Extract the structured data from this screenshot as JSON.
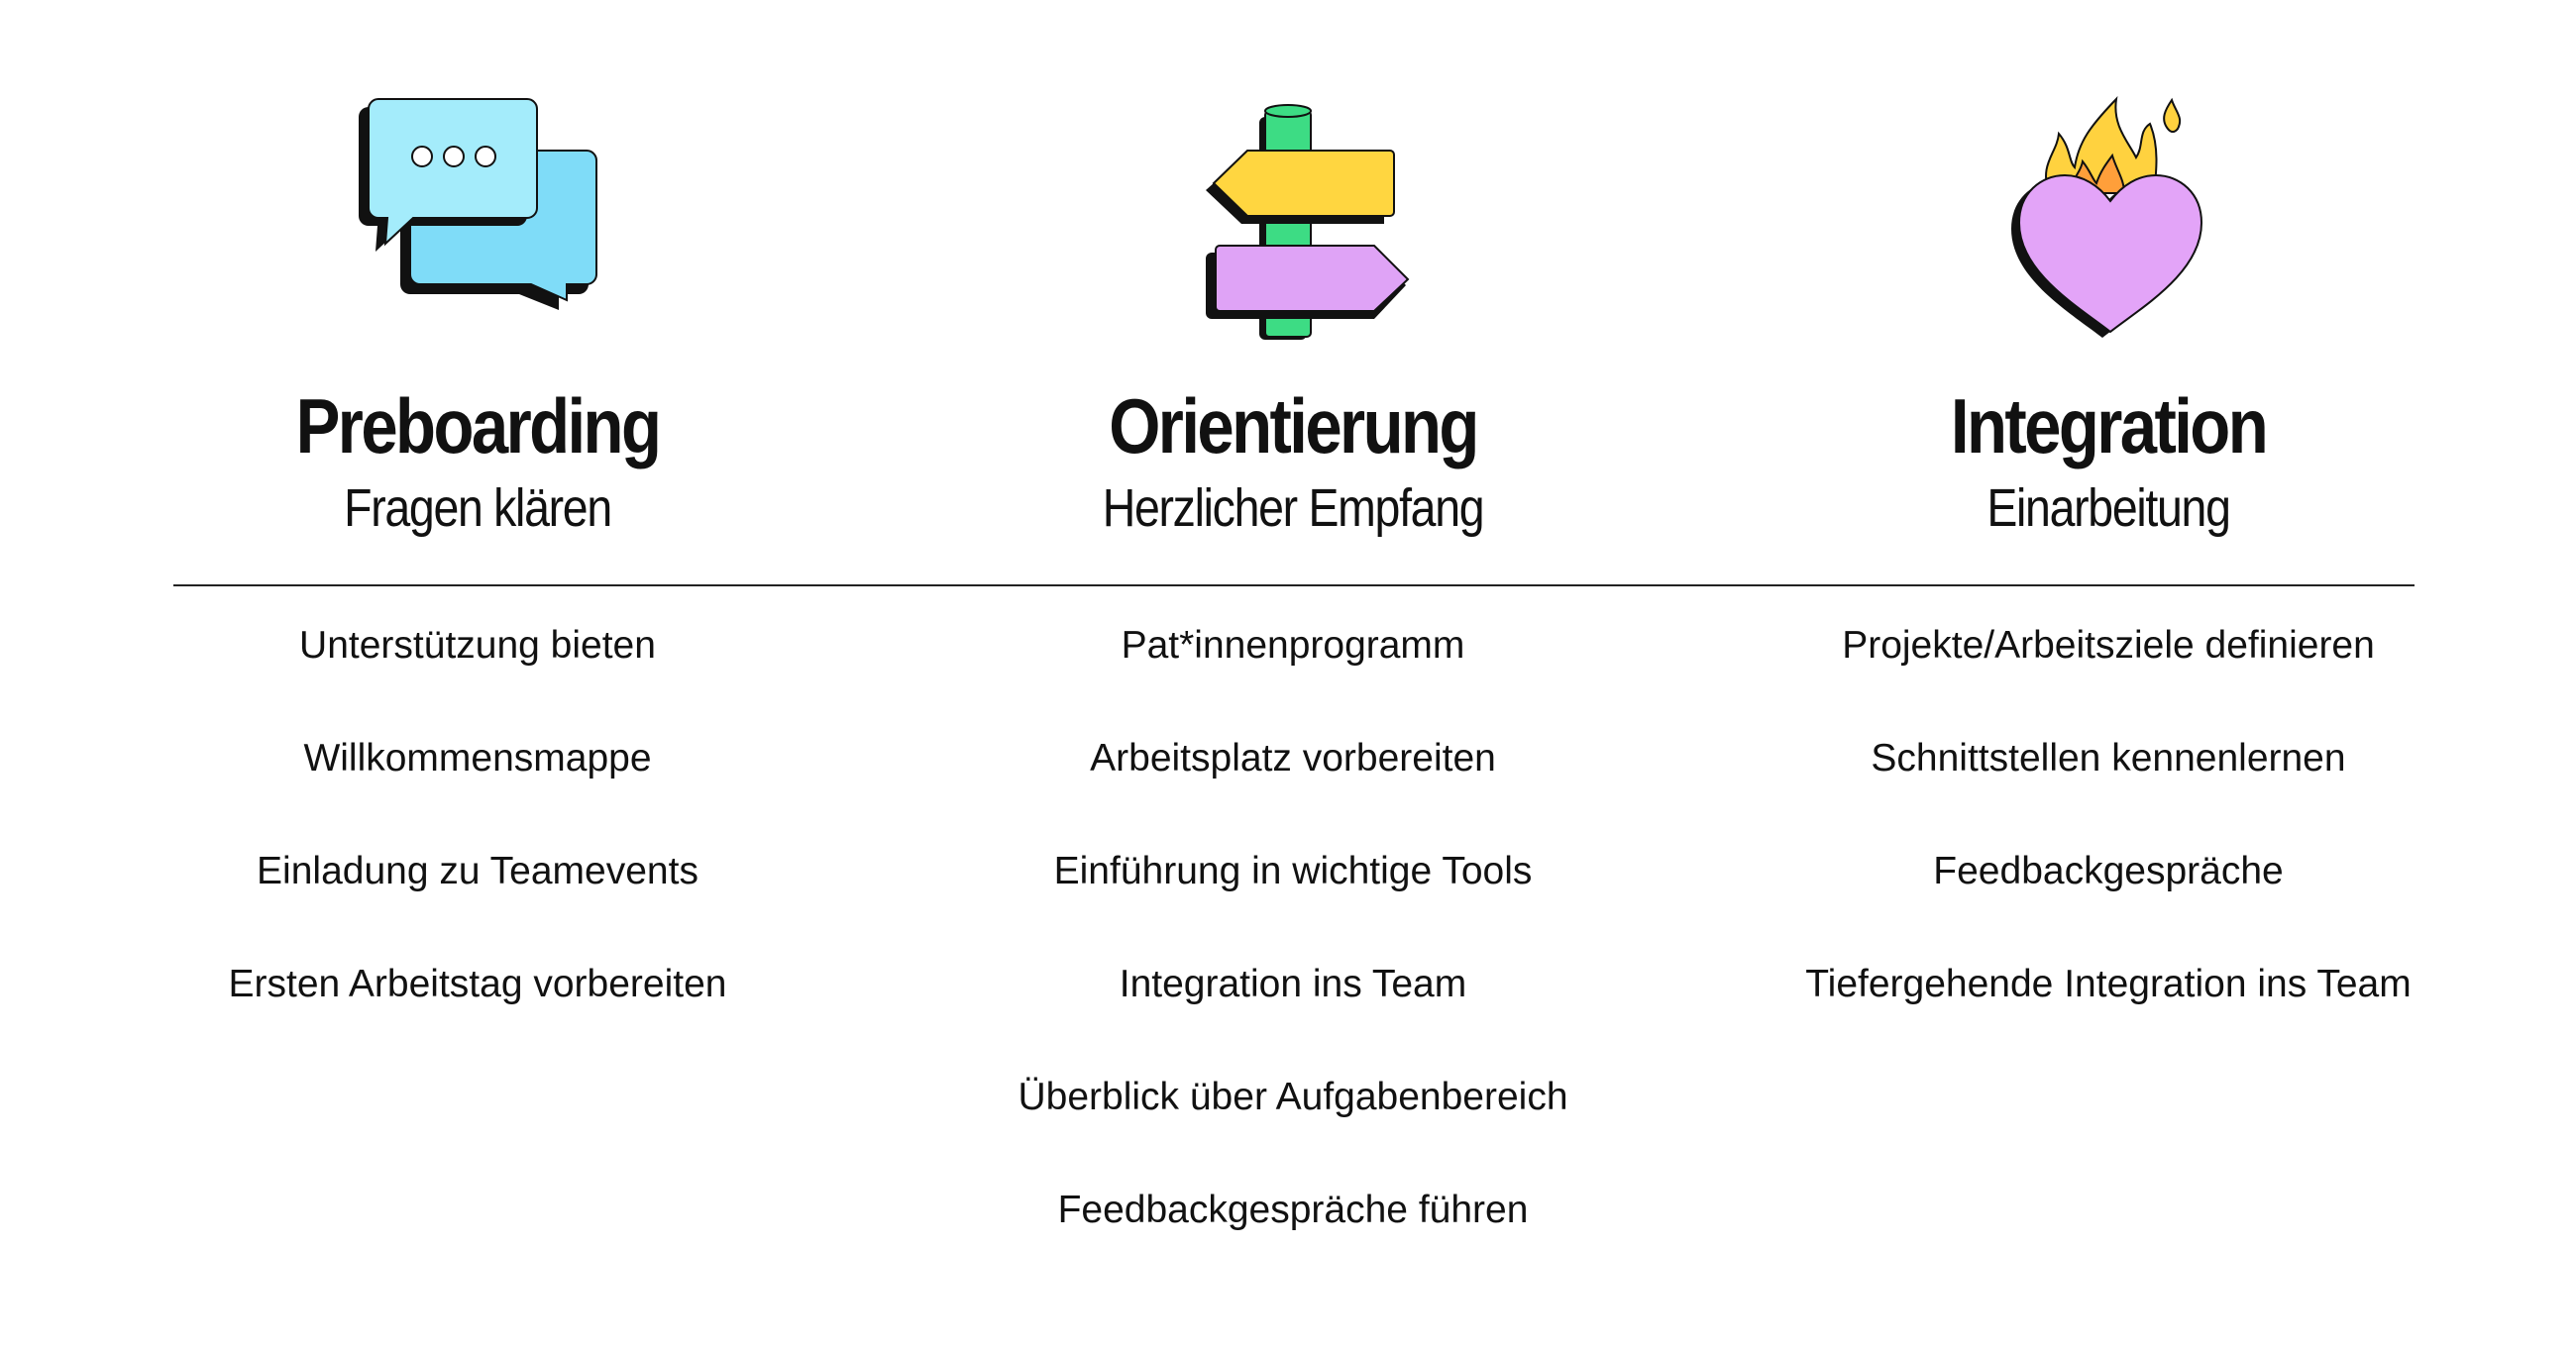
{
  "columns": [
    {
      "icon": "speech-bubbles-icon",
      "title": "Preboarding",
      "subtitle": "Fragen klären",
      "items": [
        "Unterstützung bieten",
        "Willkommensmappe",
        "Einladung zu Teamevents",
        "Ersten Arbeitstag vorbereiten"
      ]
    },
    {
      "icon": "signpost-icon",
      "title": "Orientierung",
      "subtitle": "Herzlicher Empfang",
      "items": [
        "Pat*innenprogramm",
        "Arbeitsplatz vorbereiten",
        "Einführung in wichtige Tools",
        "Integration ins Team",
        "Überblick über Aufgabenbereich",
        "Feedbackgespräche führen"
      ]
    },
    {
      "icon": "burning-heart-icon",
      "title": "Integration",
      "subtitle": "Einarbeitung",
      "items": [
        "Projekte/Arbeitsziele definieren",
        "Schnittstellen kennenlernen",
        "Feedbackgespräche",
        "Tiefergehende Integration ins Team"
      ]
    }
  ],
  "colors": {
    "bubble_front": "#a4ecfb",
    "bubble_back": "#7fdcf8",
    "sign_yellow": "#ffd640",
    "sign_purple": "#dfa3f6",
    "post_green": "#3ddc84",
    "heart": "#e3a4f8",
    "flame_outer": "#ffd23f",
    "flame_inner": "#ff9f3a",
    "ink": "#111111"
  }
}
